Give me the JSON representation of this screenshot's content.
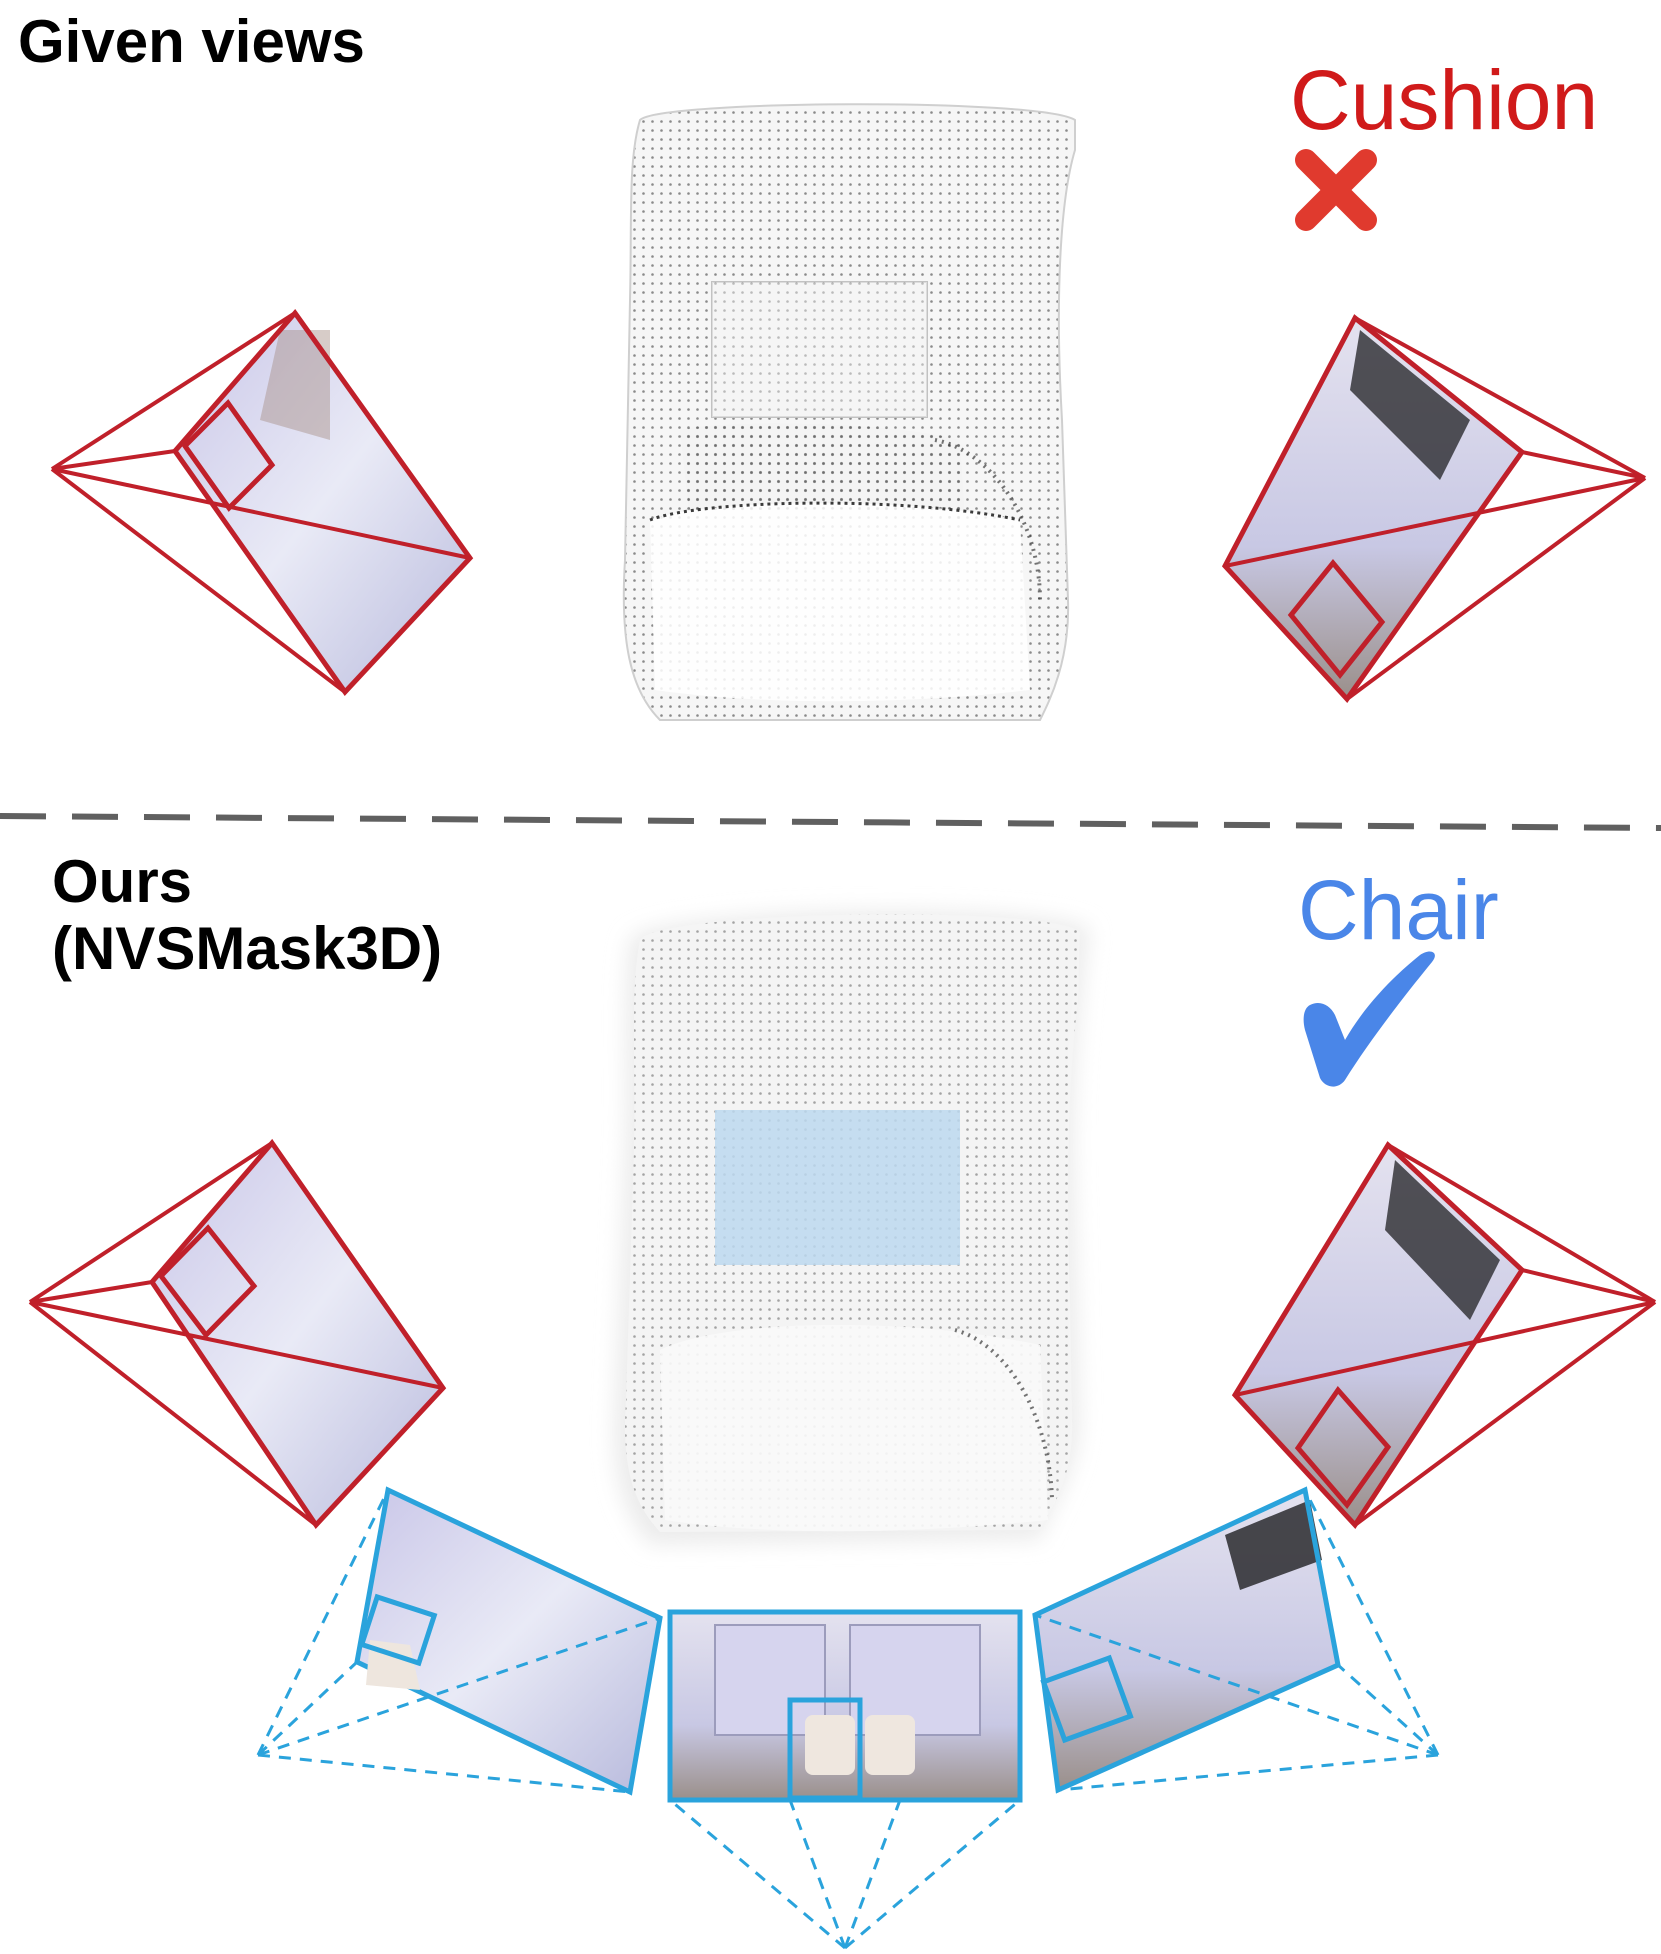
{
  "top_section": {
    "label": "Given views",
    "prediction": {
      "text": "Cushion",
      "mark": "cross-mark-icon",
      "color": "#d01a1a"
    }
  },
  "bottom_section": {
    "label_line1": "Ours",
    "label_line2": "(NVSMask3D)",
    "prediction": {
      "text": "Chair",
      "mark": "check-mark-icon",
      "color": "#4a86e8"
    }
  },
  "colors": {
    "given_view_frustum": "#c0202a",
    "novel_view_frustum": "#2aa3dc",
    "divider": "#606060",
    "cushion_highlight": "#bcd8ee"
  }
}
